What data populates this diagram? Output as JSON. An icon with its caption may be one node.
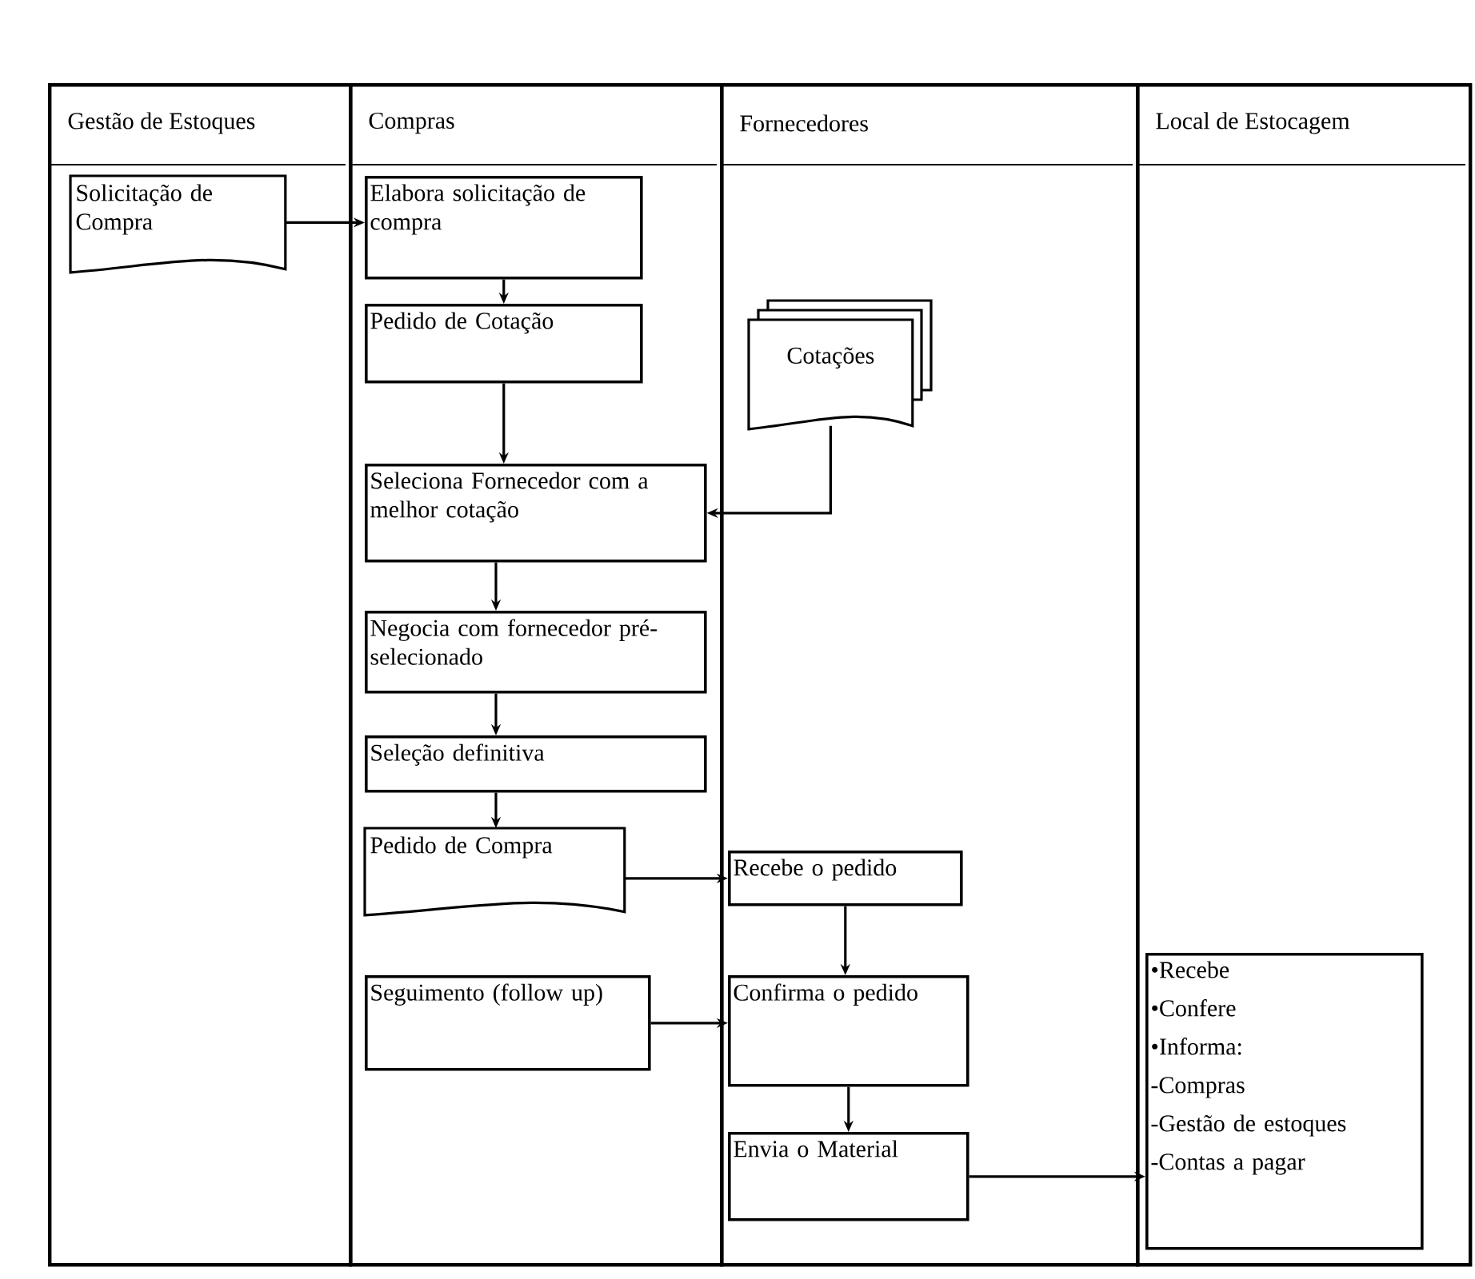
{
  "diagram": {
    "nodes": [
      {
        "text": [
          "Gestão de Estoques"
        ]
      },
      {
        "text": [
          "Compras"
        ]
      },
      {
        "text": [
          "Fornecedores"
        ]
      },
      {
        "text": [
          "Local de Estocagem"
        ]
      },
      {
        "text": [
          "Solicitação de Compra"
        ],
        "in": 0
      },
      {
        "text": [
          "Elabora solicitação de compra"
        ],
        "in": 1
      },
      {
        "text": [
          "Pedido de Cotação"
        ],
        "in": 1
      },
      {
        "text": [
          "Cotações"
        ],
        "in": 2
      },
      {
        "text": [
          "Seleciona Fornecedor com a melhor cotação"
        ],
        "in": 1
      },
      {
        "text": [
          "Negocia com fornecedor pré-selecionado"
        ],
        "in": 1
      },
      {
        "text": [
          "Seleção definitiva"
        ],
        "in": 1
      },
      {
        "text": [
          "Pedido de Compra"
        ],
        "in": 1
      },
      {
        "text": [
          "Seguimento (follow up)"
        ],
        "in": 1
      },
      {
        "text": [
          "Recebe o pedido"
        ],
        "in": 2
      },
      {
        "text": [
          "Confirma o pedido"
        ],
        "in": 2
      },
      {
        "text": [
          "Envia o Material"
        ],
        "in": 2
      },
      {
        "text": [
          "•Recebe",
          "•Confere",
          "•Informa:",
          "-Compras",
          "-Gestão de estoques",
          "-Contas a pagar"
        ],
        "in": 3
      }
    ],
    "edges": [
      {
        "from": 4,
        "to": 5,
        "arrow": "to"
      },
      {
        "from": 5,
        "to": 6,
        "arrow": "to"
      },
      {
        "from": 6,
        "to": 8,
        "arrow": "to"
      },
      {
        "from": 7,
        "to": 8,
        "arrow": "to"
      },
      {
        "from": 8,
        "to": 9,
        "arrow": "to"
      },
      {
        "from": 9,
        "to": 10,
        "arrow": "to"
      },
      {
        "from": 10,
        "to": 11,
        "arrow": "to"
      },
      {
        "from": 11,
        "to": 13,
        "arrow": "to"
      },
      {
        "from": 12,
        "to": 14,
        "arrow": "to"
      },
      {
        "from": 13,
        "to": 14,
        "arrow": "to"
      },
      {
        "from": 14,
        "to": 15,
        "arrow": "to"
      },
      {
        "from": 15,
        "to": 16,
        "arrow": "to"
      }
    ]
  }
}
